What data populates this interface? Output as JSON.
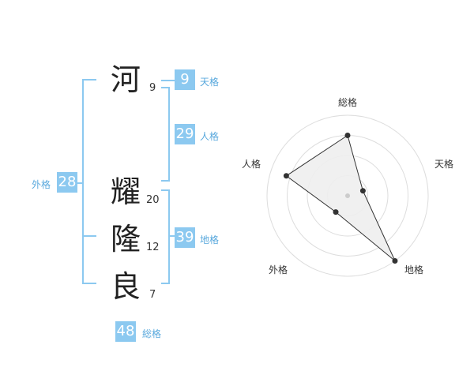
{
  "name": {
    "characters": [
      {
        "char": "河",
        "strokes": "9"
      },
      {
        "char": "耀",
        "strokes": "20"
      },
      {
        "char": "隆",
        "strokes": "12"
      },
      {
        "char": "良",
        "strokes": "7"
      }
    ]
  },
  "fortune": {
    "tenkaku": {
      "value": "9",
      "label": "天格"
    },
    "jinkaku": {
      "value": "29",
      "label": "人格"
    },
    "chikaku": {
      "value": "39",
      "label": "地格"
    },
    "gaikaku": {
      "value": "28",
      "label": "外格"
    },
    "soukaku": {
      "value": "48",
      "label": "総格"
    }
  },
  "colors": {
    "accent": "#8cc9f0",
    "label": "#5aa9dd"
  },
  "chart_data": {
    "type": "radar",
    "axes": [
      "総格",
      "天格",
      "地格",
      "外格",
      "人格"
    ],
    "values": [
      0.75,
      0.2,
      1.0,
      0.25,
      0.8
    ],
    "rings": 4,
    "grid": true
  }
}
